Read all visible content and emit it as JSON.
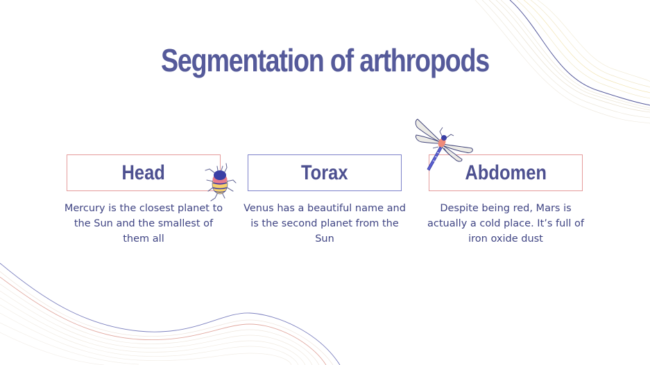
{
  "slide": {
    "title": "Segmentation of arthropods",
    "colors": {
      "title": "#555a9a",
      "text": "#3f4483",
      "accent_red": "#e59a9a",
      "accent_blue": "#7b80c9",
      "accent_yellow": "#f2d98a"
    },
    "segments": [
      {
        "label": "Head",
        "description": "Mercury is the closest planet to the Sun and the smallest of them all",
        "border": "red",
        "icon": "beetle-icon"
      },
      {
        "label": "Torax",
        "description": "Venus has a beautiful name and is the second planet from the Sun",
        "border": "blue",
        "icon": null
      },
      {
        "label": "Abdomen",
        "description": "Despite being red, Mars is actually a cold place. It’s full of iron oxide dust",
        "border": "red",
        "icon": "dragonfly-icon"
      }
    ]
  }
}
